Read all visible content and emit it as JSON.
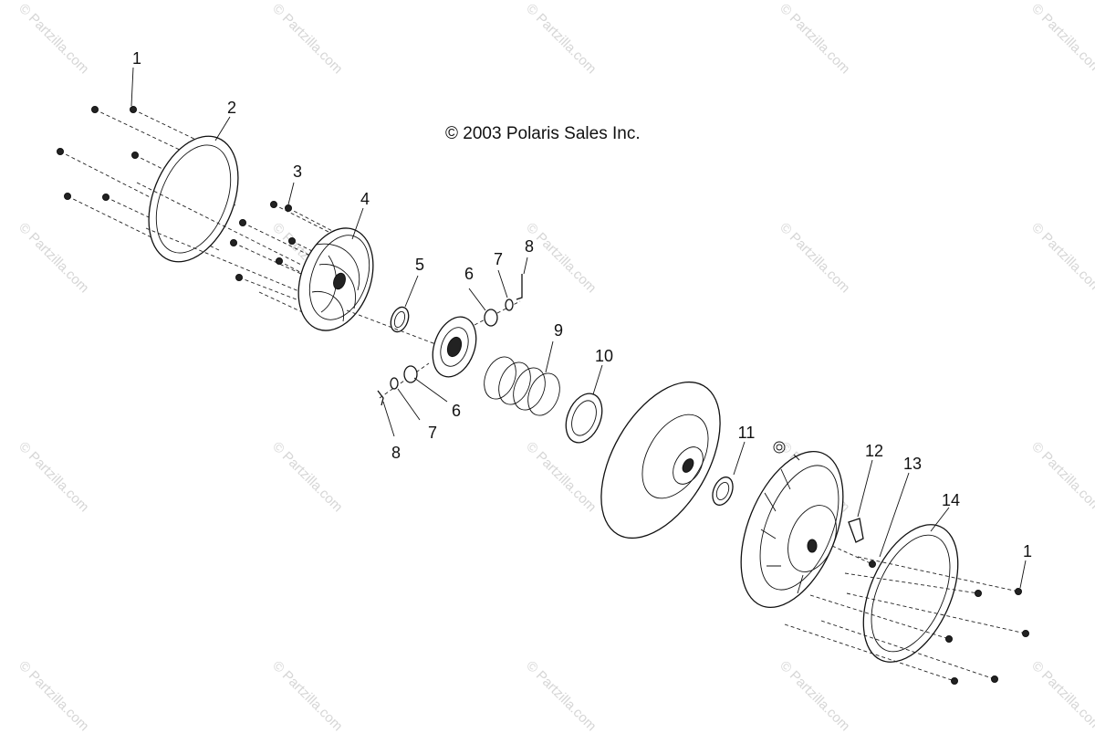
{
  "copyright": "© 2003 Polaris Sales Inc.",
  "watermark_text": "© Partzilla.com",
  "callouts": [
    {
      "id": "c1a",
      "label": "1"
    },
    {
      "id": "c2",
      "label": "2"
    },
    {
      "id": "c3",
      "label": "3"
    },
    {
      "id": "c4",
      "label": "4"
    },
    {
      "id": "c5",
      "label": "5"
    },
    {
      "id": "c6a",
      "label": "6"
    },
    {
      "id": "c7a",
      "label": "7"
    },
    {
      "id": "c8a",
      "label": "8"
    },
    {
      "id": "c9",
      "label": "9"
    },
    {
      "id": "c10",
      "label": "10"
    },
    {
      "id": "c6b",
      "label": "6"
    },
    {
      "id": "c7b",
      "label": "7"
    },
    {
      "id": "c8b",
      "label": "8"
    },
    {
      "id": "c11",
      "label": "11"
    },
    {
      "id": "c12",
      "label": "12"
    },
    {
      "id": "c13",
      "label": "13"
    },
    {
      "id": "c14",
      "label": "14"
    },
    {
      "id": "c1b",
      "label": "1"
    }
  ],
  "colors": {
    "line": "#111111",
    "watermark": "#d6d6d6",
    "background": "#ffffff"
  }
}
